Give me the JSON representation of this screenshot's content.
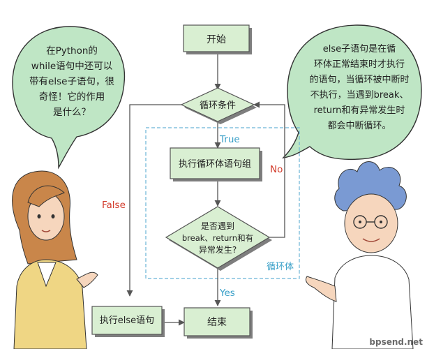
{
  "diagram": {
    "nodes": {
      "start": "开始",
      "condition": "循环条件",
      "loop_body": "执行循环体语句组",
      "check_break_line1": "是否遇到",
      "check_break_line2": "break、return和有",
      "check_break_line3": "异常发生?",
      "else_block": "执行else语句",
      "end": "结束"
    },
    "edge_labels": {
      "true": "True",
      "false": "False",
      "no": "No",
      "yes": "Yes",
      "loop_region": "循环体"
    }
  },
  "speech": {
    "left": "在Python的\nwhile语句中还可以\n带有else子语句，很\n奇怪！它的作用\n是什么？",
    "right": "else子语句是在循\n环体正常结束时才执行\n的语句，当循环被中断时\n不执行，当遇到break、\nreturn和有异常发生时\n都会中断循环。"
  },
  "watermark": "bpsend.net",
  "colors": {
    "box_fill": "#d9efd2",
    "box_stroke": "#555555",
    "shadow": "#7e7e7e",
    "bubble_fill": "#bfe6c5",
    "blue_label": "#3aa0c8",
    "red_label": "#d23a2a",
    "dashed": "#6ab4d6"
  }
}
